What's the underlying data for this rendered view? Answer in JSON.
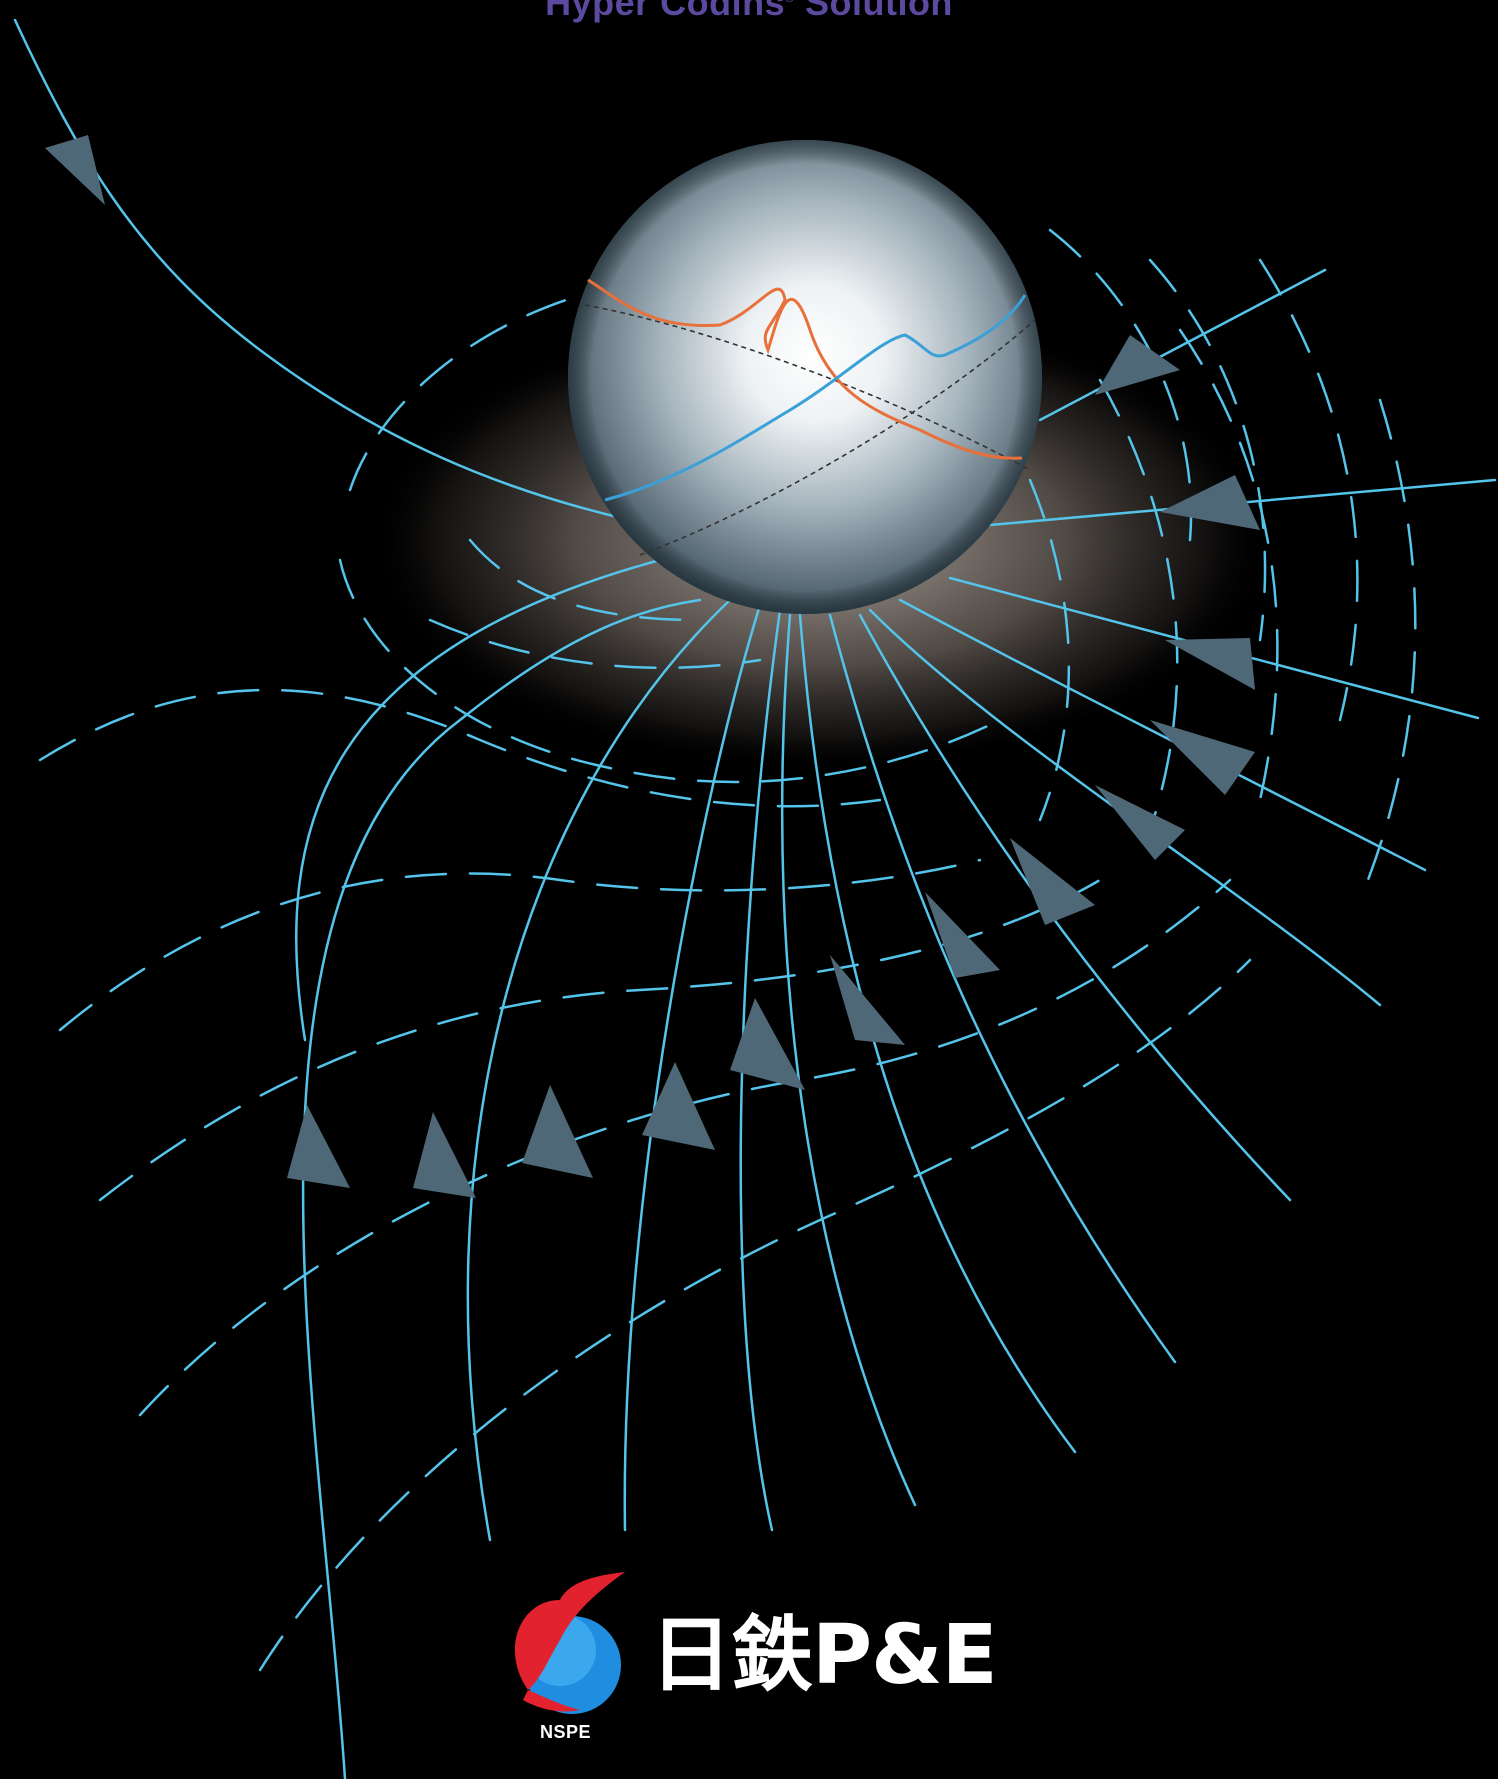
{
  "header": {
    "title_main": "Hyper Codins",
    "title_mark": "®",
    "title_end": " Solution"
  },
  "logo": {
    "brand_text": "日鉄P&E",
    "acronym": "NSPE"
  },
  "colors": {
    "background": "#000000",
    "flow_line": "#55c4ea",
    "arrow": "#4f6878",
    "orange_curve": "#e8703a",
    "blue_curve": "#3aa0d8",
    "title": "#5b4aa0"
  }
}
